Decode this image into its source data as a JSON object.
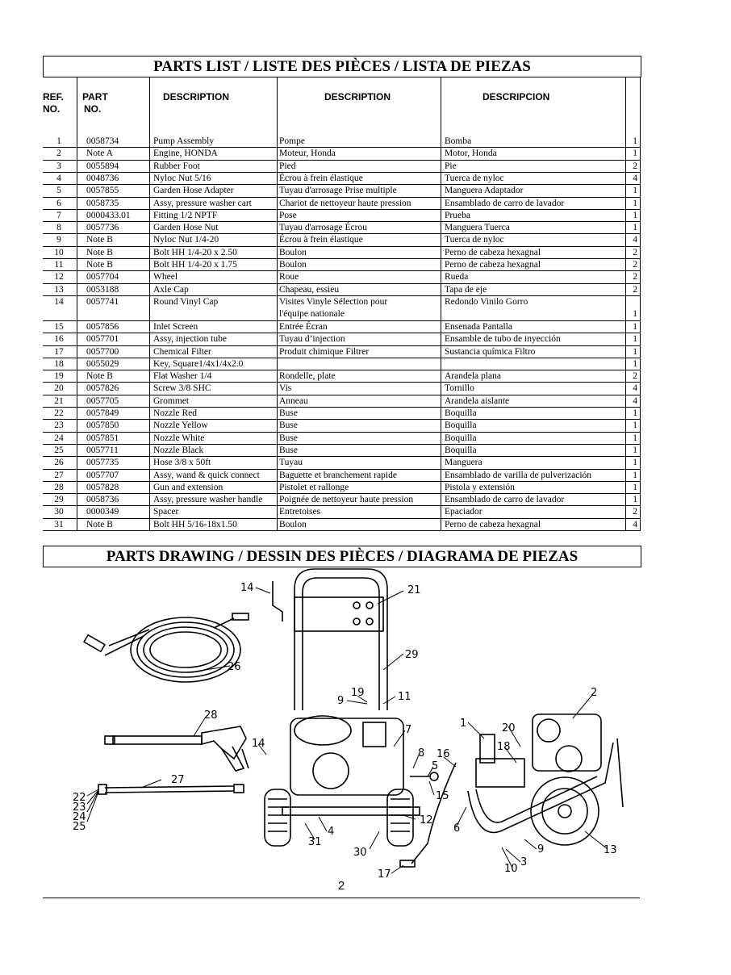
{
  "parts_list": {
    "title": "PARTS LIST / LISTE DES PIÈCES / LISTA DE PIEZAS",
    "headers": {
      "ref": "REF.",
      "no": "NO.",
      "part": "PART",
      "part_no": "NO.",
      "desc_en": "DESCRIPTION",
      "desc_fr": "DESCRIPTION",
      "desc_es": "DESCRIPCION"
    },
    "rows": [
      {
        "ref": "1",
        "part": "0058734",
        "en": "Pump Assembly",
        "fr": "Pompe",
        "es": "Bomba",
        "qty": "1"
      },
      {
        "ref": "2",
        "part": "Note A",
        "en": "Engine, HONDA",
        "fr": "Moteur, Honda",
        "es": "Motor, Honda",
        "qty": "1"
      },
      {
        "ref": "3",
        "part": "0055894",
        "en": "Rubber Foot",
        "fr": "Pied",
        "es": "Pie",
        "qty": "2"
      },
      {
        "ref": "4",
        "part": "0048736",
        "en": "Nyloc Nut 5/16",
        "fr": "Écrou à frein élastique",
        "es": "Tuerca de nyloc",
        "qty": "4"
      },
      {
        "ref": "5",
        "part": "0057855",
        "en": "Garden Hose Adapter",
        "fr": "Tuyau d'arrosage Prise multiple",
        "es": "Manguera Adaptador",
        "qty": "1"
      },
      {
        "ref": "6",
        "part": "0058735",
        "en": "Assy, pressure washer cart",
        "fr": "Chariot de nettoyeur haute pression",
        "es": "Ensamblado de carro de lavador",
        "qty": "1"
      },
      {
        "ref": "7",
        "part": "0000433.01",
        "en": "Fitting 1/2 NPTF",
        "fr": "Pose",
        "es": "Prueba",
        "qty": "1"
      },
      {
        "ref": "8",
        "part": "0057736",
        "en": "Garden Hose Nut",
        "fr": "Tuyau d'arrosage Écrou",
        "es": "Manguera Tuerca",
        "qty": "1"
      },
      {
        "ref": "9",
        "part": "Note B",
        "en": "Nyloc Nut 1/4-20",
        "fr": "Écrou à frein élastique",
        "es": "Tuerca de nyloc",
        "qty": "4"
      },
      {
        "ref": "10",
        "part": "Note B",
        "en": "Bolt HH 1/4-20 x 2.50",
        "fr": "Boulon",
        "es": "Perno de cabeza hexagnal",
        "qty": "2"
      },
      {
        "ref": "11",
        "part": "Note B",
        "en": "Bolt HH 1/4-20 x 1.75",
        "fr": "Boulon",
        "es": "Perno de cabeza hexagnal",
        "qty": "2"
      },
      {
        "ref": "12",
        "part": "0057704",
        "en": "Wheel",
        "fr": "Roue",
        "es": "Rueda",
        "qty": "2"
      },
      {
        "ref": "13",
        "part": "0053188",
        "en": "Axle Cap",
        "fr": "Chapeau, essieu",
        "es": "Tapa de eje",
        "qty": "2"
      },
      {
        "ref": "14",
        "part": "0057741",
        "en": "Round Vinyl Cap",
        "fr": "Visites Vinyle Sélection pour",
        "fr2": "l'équipe nationale",
        "es": "Redondo Vinilo Gorro",
        "qty": "1"
      },
      {
        "ref": "15",
        "part": "0057856",
        "en": "Inlet Screen",
        "fr": "Entrée Écran",
        "es": "Ensenada Pantalla",
        "qty": "1"
      },
      {
        "ref": "16",
        "part": "0057701",
        "en": "Assy, injection tube",
        "fr": "Tuyau d’injection",
        "es": "Ensamble de tubo de inyección",
        "qty": "1"
      },
      {
        "ref": "17",
        "part": "0057700",
        "en": "Chemical Filter",
        "fr": "Produit chimique Filtrer",
        "es": "Sustancia química Filtro",
        "qty": "1"
      },
      {
        "ref": "18",
        "part": "0055029",
        "en": "Key, Square1/4x1/4x2.0",
        "fr": "",
        "es": "",
        "qty": "1"
      },
      {
        "ref": "19",
        "part": "Note B",
        "en": "Flat Washer 1/4",
        "fr": "Rondelle, plate",
        "es": "Arandela plana",
        "qty": "2"
      },
      {
        "ref": "20",
        "part": "0057826",
        "en": "Screw 3/8 SHC",
        "fr": "Vis",
        "es": "Tornillo",
        "qty": "4"
      },
      {
        "ref": "21",
        "part": "0057705",
        "en": "Grommet",
        "fr": "Anneau",
        "es": "Arandela aislante",
        "qty": "4"
      },
      {
        "ref": "22",
        "part": "0057849",
        "en": "Nozzle Red",
        "fr": "Buse",
        "es": "Boquilla",
        "qty": "1"
      },
      {
        "ref": "23",
        "part": "0057850",
        "en": "Nozzle Yellow",
        "fr": "Buse",
        "es": "Boquilla",
        "qty": "1"
      },
      {
        "ref": "24",
        "part": "0057851",
        "en": "Nozzle White",
        "fr": "Buse",
        "es": "Boquilla",
        "qty": "1"
      },
      {
        "ref": "25",
        "part": "0057711",
        "en": "Nozzle Black",
        "fr": "Buse",
        "es": "Boquilla",
        "qty": "1"
      },
      {
        "ref": "26",
        "part": "0057735",
        "en": "Hose 3/8 x 50ft",
        "fr": "Tuyau",
        "es": "Manguera",
        "qty": "1"
      },
      {
        "ref": "27",
        "part": "0057707",
        "en": "Assy, wand & quick connect",
        "fr": "Baguette et branchement rapide",
        "es": "Ensamblado de varilla de pulverización",
        "qty": "1"
      },
      {
        "ref": "28",
        "part": "0057828",
        "en": "Gun and extension",
        "fr": "Pistolet et rallonge",
        "es": "Pistola y extensión",
        "qty": "1"
      },
      {
        "ref": "29",
        "part": "0058736",
        "en": "Assy, pressure washer handle",
        "fr": "Poignée de nettoyeur haute pression",
        "es": "Ensamblado de carro de lavador",
        "qty": "1"
      },
      {
        "ref": "30",
        "part": "0000349",
        "en": "Spacer",
        "fr": "Entretoises",
        "es": "Epaciador",
        "qty": "2"
      },
      {
        "ref": "31",
        "part": "Note B",
        "en": "Bolt HH 5/16-18x1.50",
        "fr": "Boulon",
        "es": "Perno de cabeza hexagnal",
        "qty": "4"
      }
    ]
  },
  "parts_drawing": {
    "title": "PARTS DRAWING / DESSIN DES PIÈCES / DIAGRAMA DE PIEZAS",
    "callouts": [
      "14",
      "21",
      "29",
      "26",
      "19",
      "9",
      "11",
      "2",
      "28",
      "7",
      "1",
      "20",
      "18",
      "14",
      "8",
      "5",
      "16",
      "15",
      "27",
      "22",
      "23",
      "24",
      "25",
      "12",
      "6",
      "4",
      "31",
      "30",
      "9",
      "13",
      "17",
      "10",
      "3"
    ]
  },
  "page_number": "2"
}
